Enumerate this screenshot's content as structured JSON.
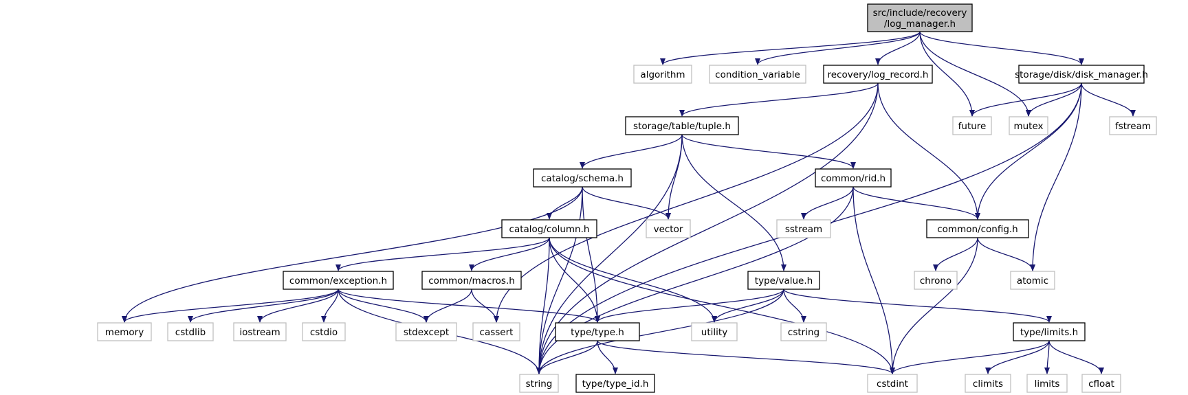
{
  "diagram": {
    "nodes": {
      "log_manager": {
        "lines": [
          "src/include/recovery",
          "/log_manager.h"
        ],
        "style": "root"
      },
      "algorithm": {
        "lines": [
          "algorithm"
        ],
        "style": "system"
      },
      "condition_variable": {
        "lines": [
          "condition_variable"
        ],
        "style": "system"
      },
      "log_record": {
        "lines": [
          "recovery/log_record.h"
        ],
        "style": "documented"
      },
      "disk_manager": {
        "lines": [
          "storage/disk/disk_manager.h"
        ],
        "style": "documented"
      },
      "future": {
        "lines": [
          "future"
        ],
        "style": "system"
      },
      "mutex": {
        "lines": [
          "mutex"
        ],
        "style": "system"
      },
      "fstream": {
        "lines": [
          "fstream"
        ],
        "style": "system"
      },
      "tuple": {
        "lines": [
          "storage/table/tuple.h"
        ],
        "style": "documented"
      },
      "schema": {
        "lines": [
          "catalog/schema.h"
        ],
        "style": "documented"
      },
      "rid": {
        "lines": [
          "common/rid.h"
        ],
        "style": "documented"
      },
      "vector": {
        "lines": [
          "vector"
        ],
        "style": "system"
      },
      "sstream": {
        "lines": [
          "sstream"
        ],
        "style": "system"
      },
      "config": {
        "lines": [
          "common/config.h"
        ],
        "style": "documented"
      },
      "column": {
        "lines": [
          "catalog/column.h"
        ],
        "style": "documented"
      },
      "exception": {
        "lines": [
          "common/exception.h"
        ],
        "style": "documented"
      },
      "macros": {
        "lines": [
          "common/macros.h"
        ],
        "style": "documented"
      },
      "value": {
        "lines": [
          "type/value.h"
        ],
        "style": "documented"
      },
      "chrono": {
        "lines": [
          "chrono"
        ],
        "style": "system"
      },
      "atomic": {
        "lines": [
          "atomic"
        ],
        "style": "system"
      },
      "memory": {
        "lines": [
          "memory"
        ],
        "style": "system"
      },
      "cstdlib": {
        "lines": [
          "cstdlib"
        ],
        "style": "system"
      },
      "iostream": {
        "lines": [
          "iostream"
        ],
        "style": "system"
      },
      "cstdio": {
        "lines": [
          "cstdio"
        ],
        "style": "system"
      },
      "stdexcept": {
        "lines": [
          "stdexcept"
        ],
        "style": "system"
      },
      "cassert": {
        "lines": [
          "cassert"
        ],
        "style": "system"
      },
      "type": {
        "lines": [
          "type/type.h"
        ],
        "style": "documented"
      },
      "utility": {
        "lines": [
          "utility"
        ],
        "style": "system"
      },
      "cstring": {
        "lines": [
          "cstring"
        ],
        "style": "system"
      },
      "limits_h": {
        "lines": [
          "type/limits.h"
        ],
        "style": "documented"
      },
      "string": {
        "lines": [
          "string"
        ],
        "style": "system"
      },
      "type_id": {
        "lines": [
          "type/type_id.h"
        ],
        "style": "documented"
      },
      "cstdint": {
        "lines": [
          "cstdint"
        ],
        "style": "system"
      },
      "climits": {
        "lines": [
          "climits"
        ],
        "style": "system"
      },
      "limits": {
        "lines": [
          "limits"
        ],
        "style": "system"
      },
      "cfloat": {
        "lines": [
          "cfloat"
        ],
        "style": "system"
      }
    },
    "edges": [
      [
        "log_manager",
        "algorithm"
      ],
      [
        "log_manager",
        "condition_variable"
      ],
      [
        "log_manager",
        "log_record"
      ],
      [
        "log_manager",
        "future"
      ],
      [
        "log_manager",
        "mutex"
      ],
      [
        "log_manager",
        "disk_manager"
      ],
      [
        "log_record",
        "string"
      ],
      [
        "log_record",
        "tuple"
      ],
      [
        "log_record",
        "cassert"
      ],
      [
        "log_record",
        "config"
      ],
      [
        "disk_manager",
        "future"
      ],
      [
        "disk_manager",
        "mutex"
      ],
      [
        "disk_manager",
        "fstream"
      ],
      [
        "disk_manager",
        "string"
      ],
      [
        "disk_manager",
        "config"
      ],
      [
        "disk_manager",
        "atomic"
      ],
      [
        "tuple",
        "string"
      ],
      [
        "tuple",
        "schema"
      ],
      [
        "tuple",
        "vector"
      ],
      [
        "tuple",
        "rid"
      ],
      [
        "tuple",
        "value"
      ],
      [
        "schema",
        "memory"
      ],
      [
        "schema",
        "string"
      ],
      [
        "schema",
        "column"
      ],
      [
        "schema",
        "vector"
      ],
      [
        "schema",
        "type"
      ],
      [
        "rid",
        "sstream"
      ],
      [
        "rid",
        "config"
      ],
      [
        "rid",
        "string"
      ],
      [
        "rid",
        "cstdint"
      ],
      [
        "config",
        "chrono"
      ],
      [
        "config",
        "atomic"
      ],
      [
        "config",
        "cstdint"
      ],
      [
        "column",
        "exception"
      ],
      [
        "column",
        "macros"
      ],
      [
        "column",
        "string"
      ],
      [
        "column",
        "type"
      ],
      [
        "column",
        "cstdint"
      ],
      [
        "column",
        "utility"
      ],
      [
        "exception",
        "memory"
      ],
      [
        "exception",
        "cstdlib"
      ],
      [
        "exception",
        "iostream"
      ],
      [
        "exception",
        "cstdio"
      ],
      [
        "exception",
        "stdexcept"
      ],
      [
        "exception",
        "string"
      ],
      [
        "exception",
        "type"
      ],
      [
        "macros",
        "stdexcept"
      ],
      [
        "macros",
        "cassert"
      ],
      [
        "value",
        "type"
      ],
      [
        "value",
        "utility"
      ],
      [
        "value",
        "cstring"
      ],
      [
        "value",
        "string"
      ],
      [
        "value",
        "limits_h"
      ],
      [
        "type",
        "string"
      ],
      [
        "type",
        "type_id"
      ],
      [
        "type",
        "cstdint"
      ],
      [
        "limits_h",
        "cstdint"
      ],
      [
        "limits_h",
        "climits"
      ],
      [
        "limits_h",
        "limits"
      ],
      [
        "limits_h",
        "cfloat"
      ]
    ]
  },
  "colors": {
    "edge": "#191970",
    "root_fill": "#bfbfbf",
    "documented_border": "#000000",
    "system_border": "#bfbfbf"
  }
}
